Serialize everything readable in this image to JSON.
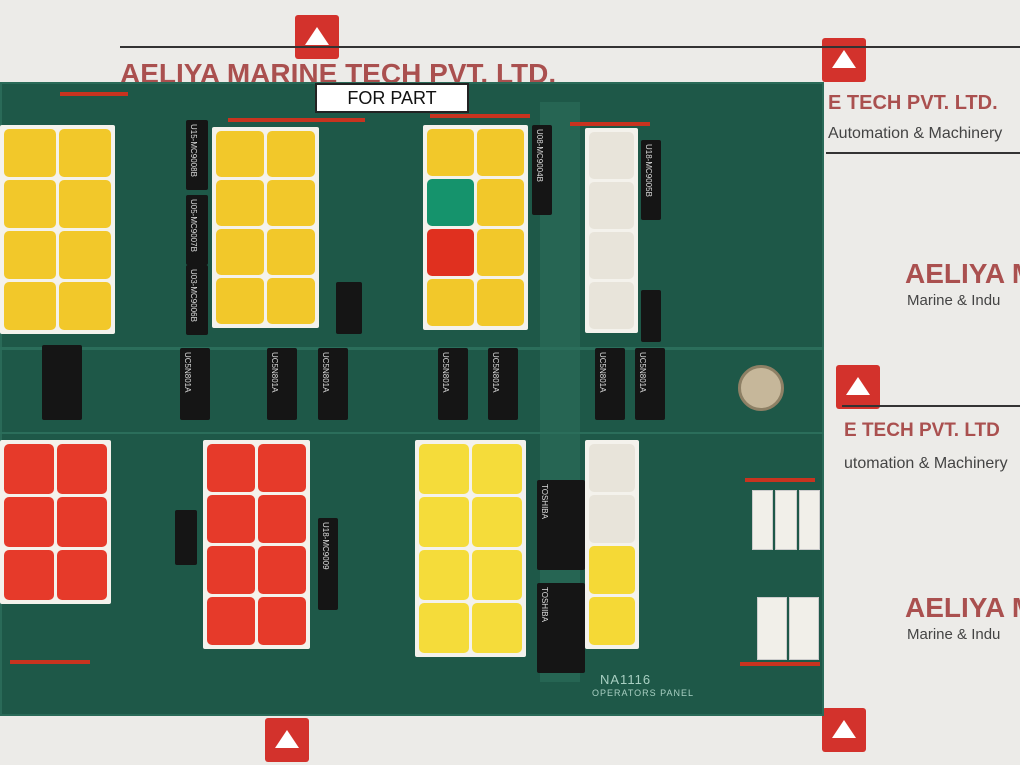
{
  "watermarks": {
    "company_1": "AELIYA MARINE TECH PVT. LTD.",
    "company_2": "E TECH PVT. LTD.",
    "tagline_1": "Automation & Machinery",
    "company_3": "AELIYA MA",
    "tagline_2": "Marine & Indu",
    "company_4": "E TECH PVT. LTD",
    "tagline_3": "utomation & Machinery",
    "company_5": "AELIYA MA",
    "tagline_4": "Marine & Indu",
    "brand_color": "#d3322c"
  },
  "board": {
    "sticker_label": "FOR PART",
    "part_number": "NA1116",
    "panel_name": "OPERATORS PANEL",
    "board_color": "#1e5848",
    "chips": [
      "U15-MC9008B",
      "U05-MC9007B",
      "U03-MC9006B",
      "U08-MC9004B",
      "U18-MC9005B",
      "U18-MC9009",
      "UC5N801A",
      "UC5N801A",
      "UC5N801A",
      "UC5N801A",
      "UC5N801A",
      "UC5N801A",
      "UC5N801A",
      "TOSHIBA",
      "TOSHIBA"
    ],
    "led_blocks": [
      {
        "colors": [
          "#f2c82a",
          "#f2c82a",
          "#f2c82a",
          "#f2c82a",
          "#f2c82a",
          "#f2c82a",
          "#f2c82a",
          "#f2c82a"
        ]
      },
      {
        "colors": [
          "#f2c82a",
          "#f2c82a",
          "#f2c82a",
          "#f2c82a",
          "#f2c82a",
          "#f2c82a",
          "#f2c82a",
          "#f2c82a"
        ]
      },
      {
        "colors": [
          "#f2c82a",
          "#f2c82a",
          "#15936c",
          "#f2c82a",
          "#e0301f",
          "#f2c82a",
          "#f2c82a",
          "#f2c82a"
        ]
      },
      {
        "colors": [
          "#e8e4da",
          "#e8e4da",
          "#e8e4da",
          "#e8e4da"
        ]
      },
      {
        "colors": [
          "#e63a2a",
          "#e63a2a",
          "#e63a2a",
          "#e63a2a",
          "#e63a2a",
          "#e63a2a"
        ]
      },
      {
        "colors": [
          "#e63a2a",
          "#e63a2a",
          "#e63a2a",
          "#e63a2a",
          "#e63a2a",
          "#e63a2a",
          "#e63a2a",
          "#e63a2a"
        ]
      },
      {
        "colors": [
          "#f5dc3a",
          "#f5dc3a",
          "#f5dc3a",
          "#f5dc3a",
          "#f5dc3a",
          "#f5dc3a",
          "#f5dc3a",
          "#f5dc3a"
        ]
      },
      {
        "colors": [
          "#e8e4da",
          "#e8e4da",
          "#f5d936",
          "#f5d936"
        ]
      }
    ]
  }
}
